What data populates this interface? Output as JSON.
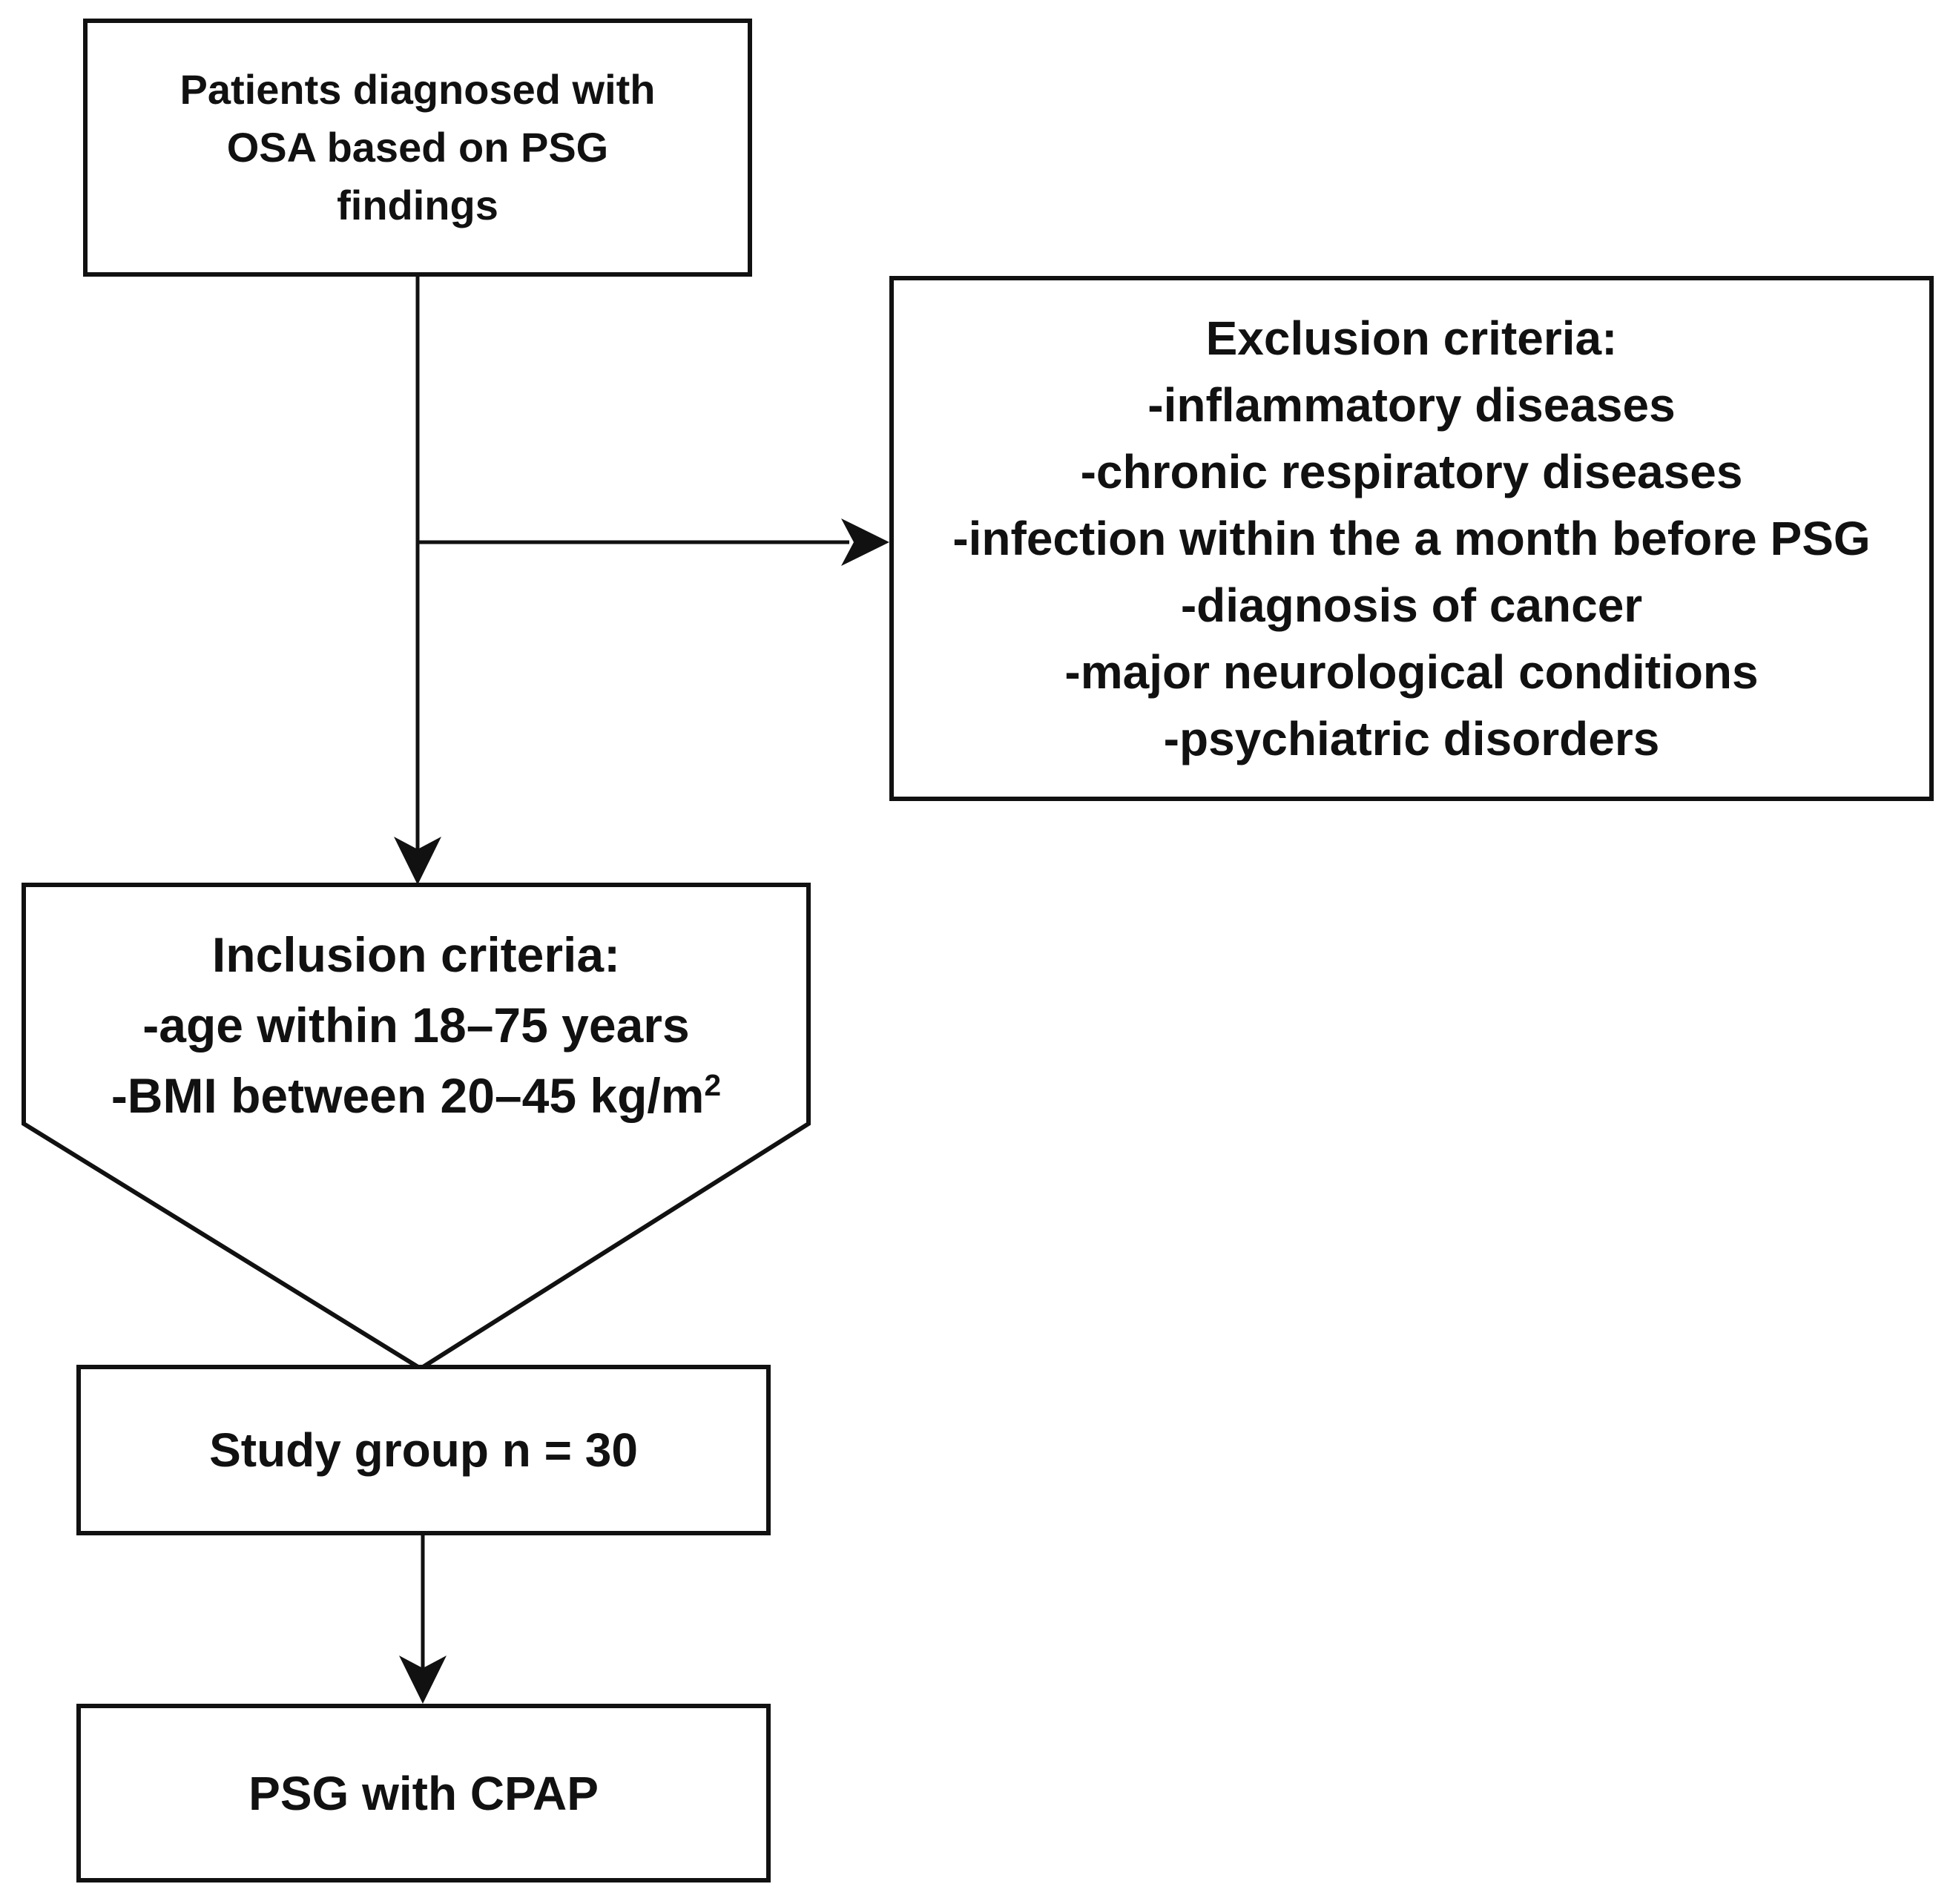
{
  "figure": {
    "type": "flowchart",
    "title": "OSA study enrollment flow diagram"
  },
  "colors": {
    "ink": "#111111",
    "background": "#ffffff"
  },
  "patients_box": {
    "lines": [
      "Patients diagnosed with",
      "OSA based on PSG",
      "findings"
    ]
  },
  "exclusion_box": {
    "title": "Exclusion criteria:",
    "items": [
      "-inflammatory diseases",
      "-chronic respiratory diseases",
      "-infection within the a month before PSG",
      "-diagnosis of cancer",
      "-major neurological conditions",
      "-psychiatric disorders"
    ]
  },
  "inclusion_box": {
    "title": "Inclusion criteria:",
    "items": [
      {
        "text": "-age within 18–75 years",
        "sup": ""
      },
      {
        "text": "-BMI between 20–45 kg/m",
        "sup": "2"
      }
    ]
  },
  "study_box": {
    "label": "Study group n = 30"
  },
  "psg_box": {
    "label": "PSG with CPAP"
  }
}
